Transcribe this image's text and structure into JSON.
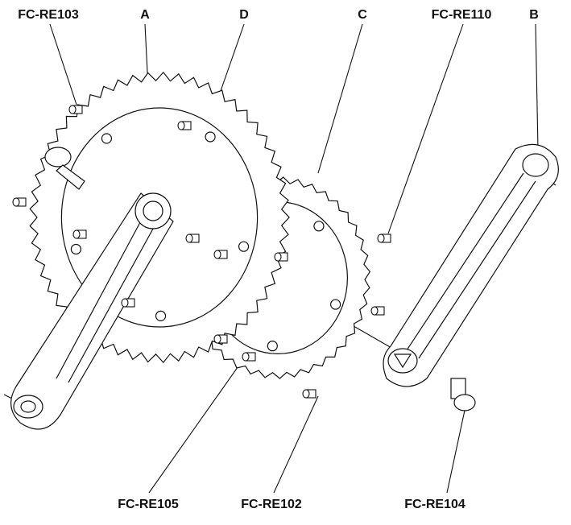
{
  "title": "Crankset exploded view",
  "labels": {
    "fc_re103": "FC-RE103",
    "a": "A",
    "d": "D",
    "c": "C",
    "fc_re110": "FC-RE110",
    "b": "B",
    "fc_re105": "FC-RE105",
    "fc_re102": "FC-RE102",
    "fc_re104": "FC-RE104"
  },
  "colors": {
    "line": "#111111",
    "background": "#ffffff"
  }
}
